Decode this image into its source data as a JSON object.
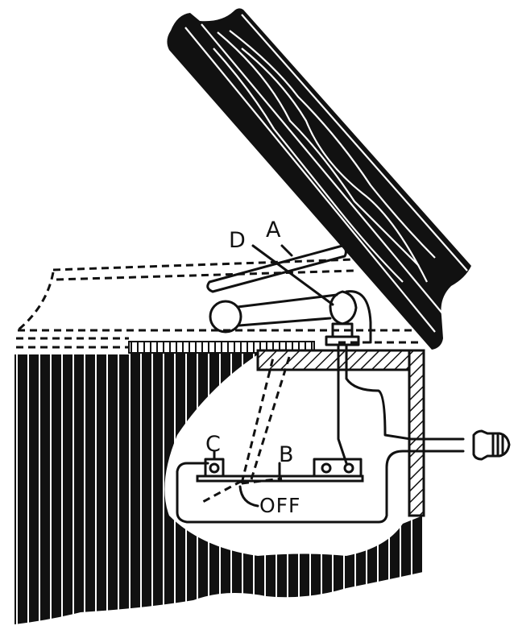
{
  "diagram": {
    "subject": "Box with hinged lid operating a lamp switch",
    "labels": {
      "A": "A",
      "B": "B",
      "C": "C",
      "D": "D",
      "off": "OFF"
    },
    "parts": [
      {
        "id": "A",
        "description": "lever rod attached to lid"
      },
      {
        "id": "B",
        "description": "switch blade"
      },
      {
        "id": "C",
        "description": "switch terminal post"
      },
      {
        "id": "D",
        "description": "lamp bulb"
      }
    ],
    "colors": {
      "ink": "#111111",
      "paper": "#ffffff"
    }
  }
}
